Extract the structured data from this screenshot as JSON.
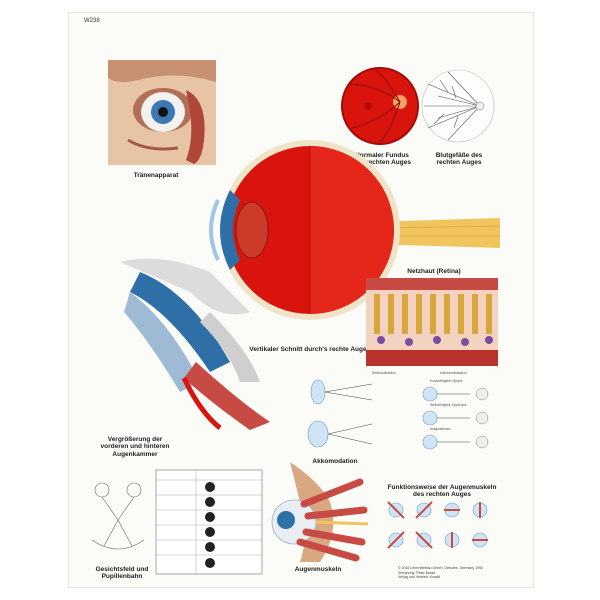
{
  "poster": {
    "code": "W238",
    "captions": {
      "tear_apparatus": "Tränenapparat",
      "fundus": "Normaler Fundus des rechten Auges",
      "vessels": "Blutgefäße des rechten Auges",
      "vertical_section": "Vertikaler Schnitt durch's rechte Auge",
      "retina": "Netzhaut (Retina)",
      "retina_left": "Netzhautstadium",
      "retina_right": "Adenohautstadium",
      "enlargement": "Vergrößerung der vorderen und hinteren Augenkammer",
      "accommodation": "Akkomodation",
      "visual_field": "Gesichtsfeld und Pupillenbahn",
      "muscles": "Augenmuskeln",
      "muscle_function": "Funktionsweise der Augenmuskeln des rechten Auges",
      "myopia": "Kurzsichtigkeit, Myopie",
      "hyperopia": "Weitsichtigkeit, Hyperopie",
      "astigmatism": "Astigmatismus"
    },
    "footer": [
      "© 2016 Lehrmittelbau GmbH, Dresden, Germany 1992",
      "Zeichnung: Peter Bosse",
      "Verlag und Vertrieb: Kowall"
    ]
  },
  "colors": {
    "eye_red": "#d8140c",
    "iris_blue": "#2f6fa8",
    "muscle": "#c84a44",
    "nerve": "#f1c55d",
    "skin": "#d9a883"
  }
}
